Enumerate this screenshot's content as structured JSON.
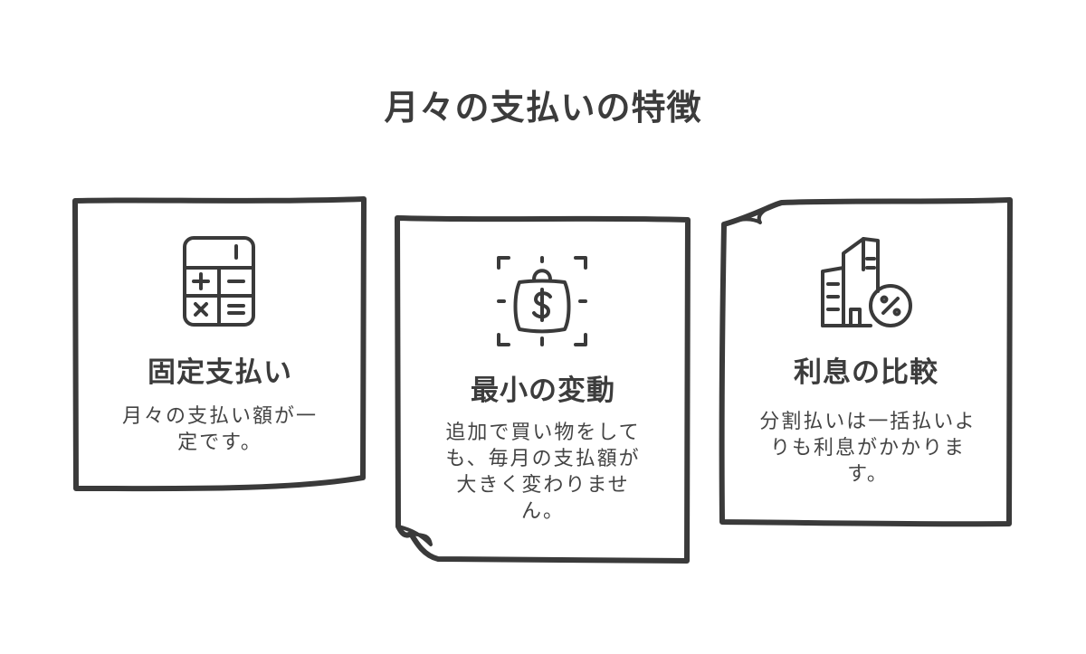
{
  "title": "月々の支払いの特徴",
  "cards": [
    {
      "heading": "固定支払い",
      "description": "月々の支払い額が一定です。",
      "icon": "calculator-icon"
    },
    {
      "heading": "最小の変動",
      "description": "追加で買い物をしても、毎月の支払額が大きく変わりません。",
      "icon": "shopping-bag-dollar-icon"
    },
    {
      "heading": "利息の比較",
      "description": "分割払いは一括払いよりも利息がかかります。",
      "icon": "buildings-percent-icon"
    }
  ],
  "colors": {
    "stroke": "#3a3a3a",
    "background": "#ffffff"
  }
}
